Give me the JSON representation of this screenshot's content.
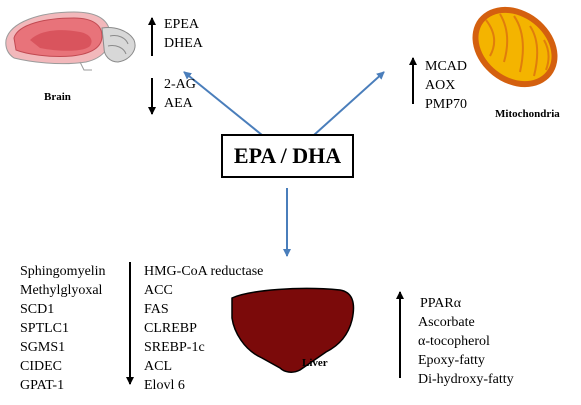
{
  "center": {
    "label": "EPA / DHA"
  },
  "brain": {
    "label": "Brain",
    "up": [
      "EPEA",
      "DHEA"
    ],
    "down": [
      "2-AG",
      "AEA"
    ]
  },
  "mitochondria": {
    "label": "Mitochondria",
    "up": [
      "MCAD",
      "AOX",
      "PMP70"
    ]
  },
  "liver": {
    "label": "Liver",
    "down_col1": [
      "Sphingomyelin",
      "Methylglyoxal",
      "SCD1",
      "SPTLC1",
      "SGMS1",
      "CIDEC",
      "GPAT-1"
    ],
    "down_col2": [
      "HMG-CoA reductase",
      "ACC",
      "FAS",
      "CLREBP",
      "SREBP-1c",
      "ACL",
      "Elovl 6"
    ],
    "up": [
      "PPARα",
      "Ascorbate",
      "α-tocopherol",
      "Epoxy-fatty",
      "Di-hydroxy-fatty"
    ]
  },
  "colors": {
    "connector": "#4a7ebb",
    "liver": "#7b0a0a",
    "mitochondria_outer": "#d4600f",
    "mitochondria_inner": "#f4b400",
    "brain": "#e8737a"
  }
}
